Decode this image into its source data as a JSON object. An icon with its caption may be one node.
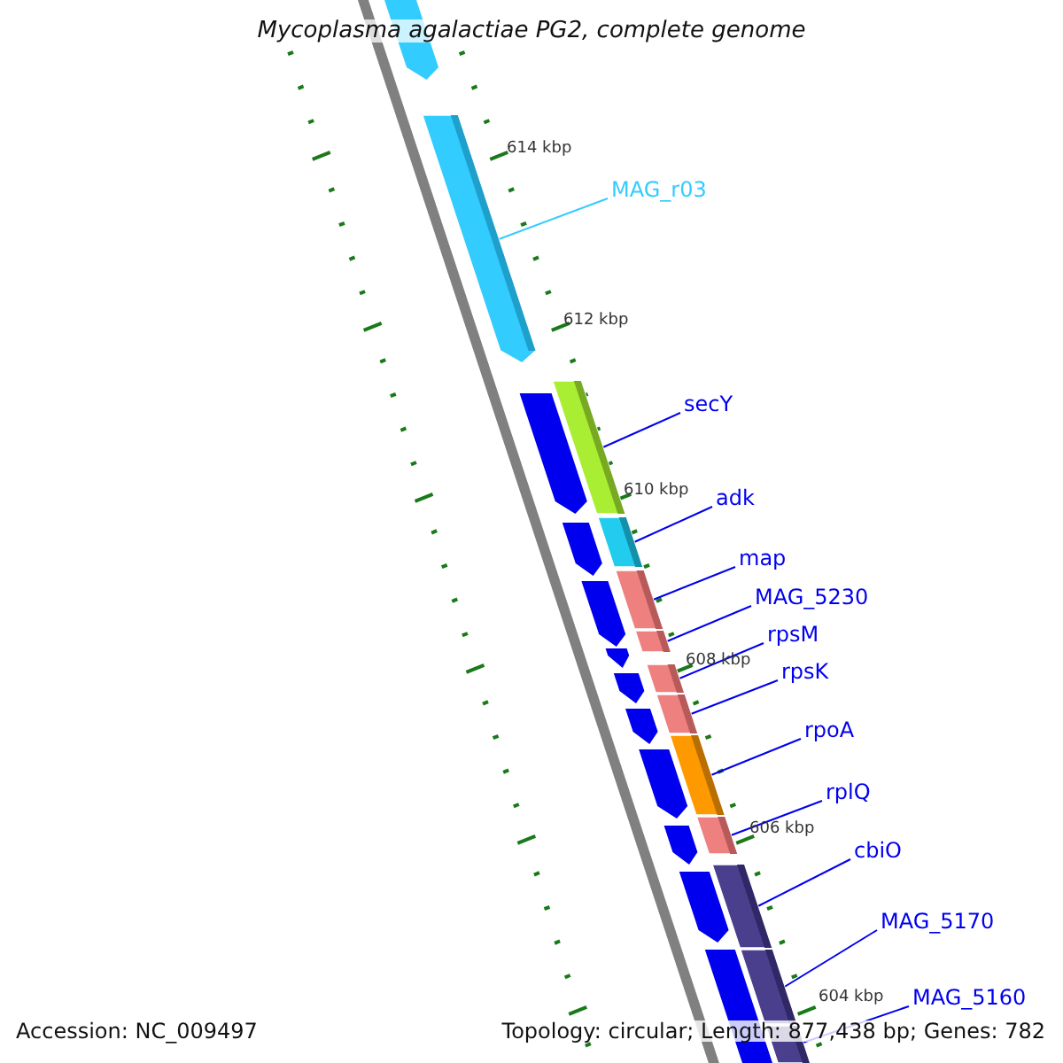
{
  "diagram": {
    "title": "Mycoplasma agalactiae PG2, complete genome",
    "nodes": [
      {
        "text": [
          "MAG_r03"
        ]
      },
      {
        "text": [
          "secY"
        ]
      },
      {
        "text": [
          "adk"
        ]
      },
      {
        "text": [
          "map"
        ]
      },
      {
        "text": [
          "MAG_5230"
        ]
      },
      {
        "text": [
          "rpsM"
        ]
      },
      {
        "text": [
          "rpsK"
        ]
      },
      {
        "text": [
          "rpoA"
        ]
      },
      {
        "text": [
          "rplQ"
        ]
      },
      {
        "text": [
          "cbiO"
        ]
      },
      {
        "text": [
          "MAG_5170"
        ]
      },
      {
        "text": [
          "MAG_5160"
        ]
      },
      {
        "text": [],
        "shape": "bar"
      },
      {
        "text": [],
        "shape": "bar"
      },
      {
        "text": [],
        "shape": "bar"
      },
      {
        "text": [],
        "shape": "bar"
      },
      {
        "text": [],
        "shape": "bar"
      },
      {
        "text": [],
        "shape": "bar"
      },
      {
        "text": [],
        "shape": "bar"
      },
      {
        "text": [],
        "shape": "bar"
      },
      {
        "text": [],
        "shape": "bar"
      },
      {
        "text": [],
        "shape": "bar"
      },
      {
        "text": [],
        "shape": "bar"
      },
      {
        "text": [],
        "shape": "bar"
      }
    ],
    "edges": [
      {
        "from": 0,
        "to": 12,
        "arrow": "none",
        "color": "#33ccff"
      },
      {
        "from": 1,
        "to": 13,
        "arrow": "none"
      },
      {
        "from": 2,
        "to": 14,
        "arrow": "none"
      },
      {
        "from": 3,
        "to": 15,
        "arrow": "none"
      },
      {
        "from": 4,
        "to": 16,
        "arrow": "none"
      },
      {
        "from": 5,
        "to": 17,
        "arrow": "none"
      },
      {
        "from": 6,
        "to": 18,
        "arrow": "none"
      },
      {
        "from": 7,
        "to": 19,
        "arrow": "none"
      },
      {
        "from": 8,
        "to": 20,
        "arrow": "none"
      },
      {
        "from": 9,
        "to": 21,
        "arrow": "none"
      },
      {
        "from": 10,
        "to": 22,
        "arrow": "none"
      },
      {
        "from": 11,
        "to": 23,
        "arrow": "none"
      }
    ],
    "labels": [
      "614 kbp",
      "612 kbp",
      "610 kbp",
      "608 kbp",
      "606 kbp",
      "604 kbp",
      "Accession: NC_009497",
      "Topology: circular; Length: 877,438 bp; Genes: 782"
    ]
  }
}
